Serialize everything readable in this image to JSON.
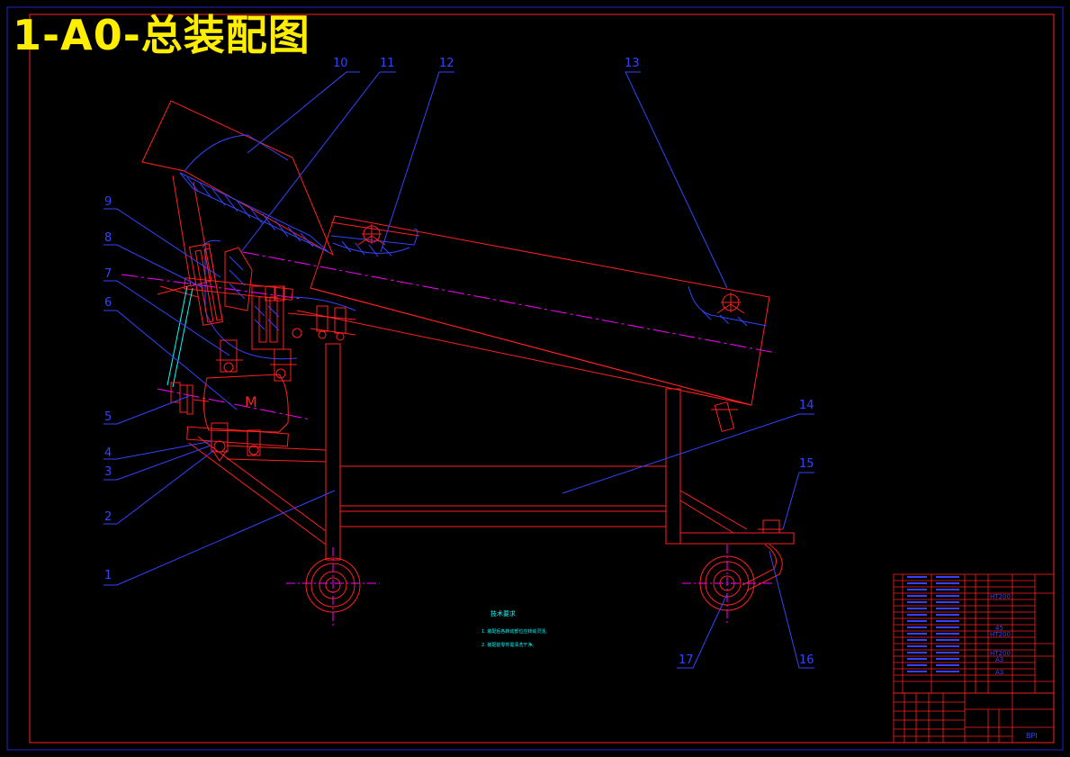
{
  "page": {
    "title": "1-A0-总装配图"
  },
  "balloons": [
    {
      "n": "1"
    },
    {
      "n": "2"
    },
    {
      "n": "3"
    },
    {
      "n": "4"
    },
    {
      "n": "5"
    },
    {
      "n": "6"
    },
    {
      "n": "7"
    },
    {
      "n": "8"
    },
    {
      "n": "9"
    },
    {
      "n": "10"
    },
    {
      "n": "11"
    },
    {
      "n": "12"
    },
    {
      "n": "13"
    },
    {
      "n": "14"
    },
    {
      "n": "15"
    },
    {
      "n": "16"
    },
    {
      "n": "17"
    }
  ],
  "motor_label": "M",
  "notes": {
    "heading": "技术要求",
    "items": [
      "1. 装配后各转动部位应转动灵活。",
      "2. 装配前零件需清洗干净。"
    ]
  },
  "parts_table": {
    "materials_visible": [
      "HT200",
      "45",
      "HT200",
      "HT200",
      "A3",
      "A3"
    ]
  },
  "title_block": {
    "drawing_code": "BPI"
  },
  "colors": {
    "background": "#000000",
    "outline": "#ff0000",
    "frame": "#2222cc",
    "leader": "#3344ff",
    "centerline": "#ff00ff",
    "hatch": "#3344ff",
    "notes": "#00ffff",
    "title": "#ffee00"
  }
}
